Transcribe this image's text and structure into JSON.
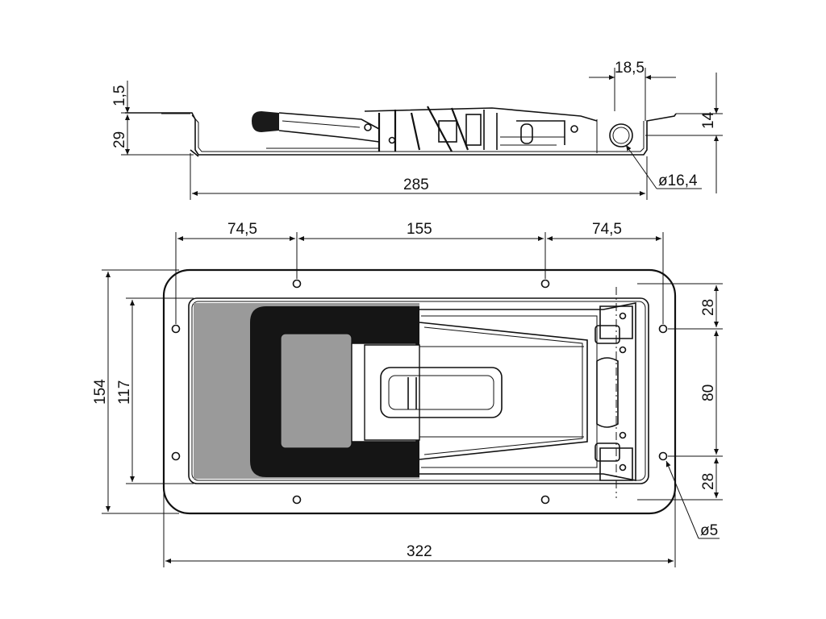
{
  "side_view": {
    "dims": {
      "top_width": "18,5",
      "flange_thickness": "1,5",
      "depth": "29",
      "right_height": "14",
      "overall_length": "285",
      "roller_diameter": "ø16,4"
    }
  },
  "top_view": {
    "dims": {
      "hole_offset_left": "74,5",
      "hole_spacing": "155",
      "hole_offset_right": "74,5",
      "outer_height": "154",
      "inner_height": "117",
      "hole_top_offset": "28",
      "hole_vertical_spacing": "80",
      "hole_bottom_offset": "28",
      "hole_diameter": "ø5",
      "overall_width": "322"
    }
  },
  "colors": {
    "line": "#111111",
    "pad_gray": "#9a9a9a",
    "handle_black": "#151515",
    "background": "#ffffff"
  }
}
